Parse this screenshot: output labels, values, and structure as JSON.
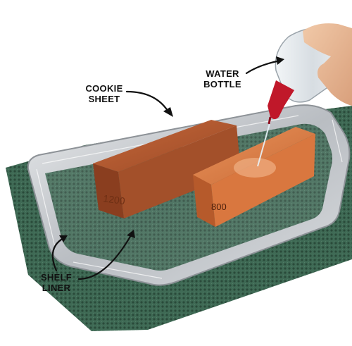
{
  "image": {
    "subject": "sharpening-stones-on-tray",
    "colors": {
      "background": "#ffffff",
      "shelf_liner": "#3f6a55",
      "tray": "#c9ccd0",
      "stone_dark": "#a8502a",
      "stone_light": "#d9773f",
      "bottle_cap": "#c0182a"
    }
  },
  "callouts": {
    "cookie_sheet": {
      "line1": "COOKIE",
      "line2": "SHEET"
    },
    "water_bottle": {
      "line1": "WATER",
      "line2": "BOTTLE"
    },
    "shelf_liner": {
      "line1": "SHELF",
      "line2": "LINER"
    }
  },
  "stones": {
    "left_grit": "1200",
    "right_grit": "800"
  }
}
